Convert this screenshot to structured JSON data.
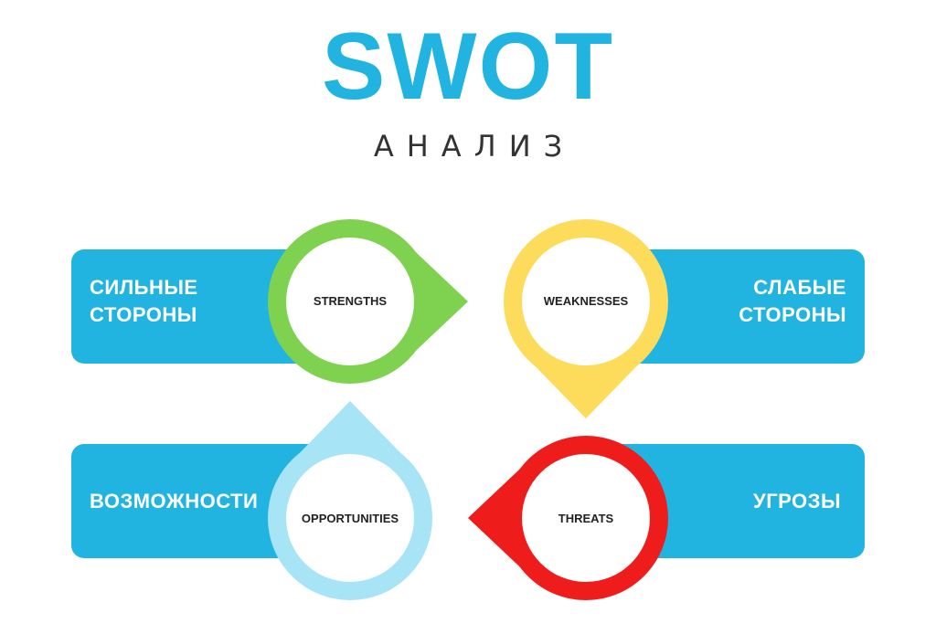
{
  "header": {
    "title": "SWOT",
    "subtitle": "АНАЛИЗ"
  },
  "quadrants": {
    "strengths": {
      "label": "STRENGTHS",
      "side_line1": "СИЛЬНЫЕ",
      "side_line2": "СТОРОНЫ",
      "color": "#7ed24f"
    },
    "weaknesses": {
      "label": "WEAKNESSES",
      "side_line1": "СЛАБЫЕ",
      "side_line2": "СТОРОНЫ",
      "color": "#fddc5c"
    },
    "opportunities": {
      "label": "OPPORTUNITIES",
      "side_line1": "ВОЗМОЖНОСТИ",
      "color": "#a6e4f6"
    },
    "threats": {
      "label": "THREATS",
      "side_line1": "УГРОЗЫ",
      "color": "#ef1c1c"
    }
  },
  "colors": {
    "panel": "#22b4e0",
    "title": "#22b4e0"
  }
}
